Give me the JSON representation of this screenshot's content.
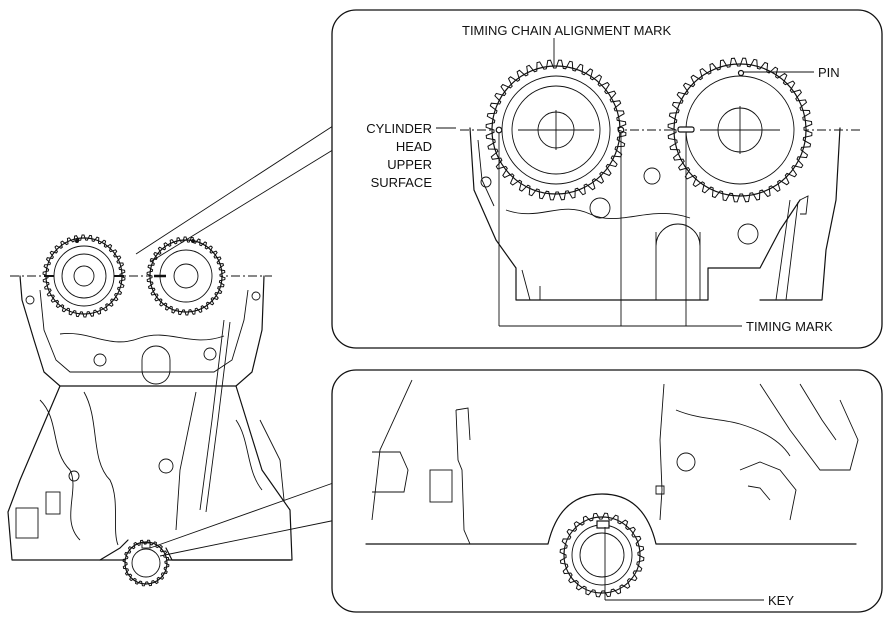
{
  "labels": {
    "timing_chain_alignment_mark": "TIMING CHAIN ALIGNMENT MARK",
    "pin": "PIN",
    "cylinder_head_upper_surface": [
      "CYLINDER",
      "HEAD",
      "UPPER",
      "SURFACE"
    ],
    "timing_mark": "TIMING MARK",
    "key": "KEY"
  }
}
